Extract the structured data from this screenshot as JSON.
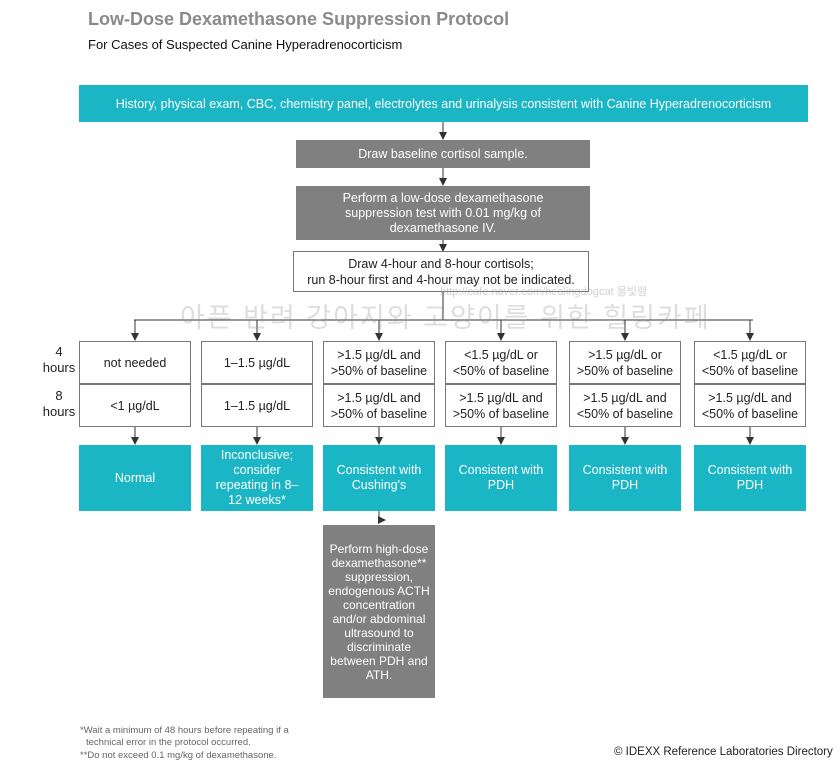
{
  "title": "Low-Dose Dexamethasone Suppression Protocol",
  "subtitle": "For Cases of Suspected Canine Hyperadrenocorticism",
  "steps": {
    "history": "History, physical exam, CBC, chemistry panel, electrolytes and urinalysis consistent with Canine Hyperadrenocorticism",
    "baseline": "Draw baseline cortisol sample.",
    "perform_test": "Perform a low-dose dexamethasone suppression test with 0.01 mg/kg of dexamethasone IV.",
    "draw_cortisols_1": "Draw 4-hour and 8-hour cortisols;",
    "draw_cortisols_2": "run 8-hour first and 4-hour may not be indicated."
  },
  "row_labels": {
    "h4_num": "4",
    "h4_unit": "hours",
    "h8_num": "8",
    "h8_unit": "hours"
  },
  "columns": [
    {
      "h4": [
        "not needed"
      ],
      "h8": [
        "<1 µg/dL"
      ],
      "result": "Normal"
    },
    {
      "h4": [
        "1–1.5 µg/dL"
      ],
      "h8": [
        "1–1.5 µg/dL"
      ],
      "result": "Inconclusive; consider repeating in 8–12 weeks*"
    },
    {
      "h4": [
        ">1.5 µg/dL and",
        ">50% of baseline"
      ],
      "h8": [
        ">1.5 µg/dL and",
        ">50% of baseline"
      ],
      "result": "Consistent with Cushing's"
    },
    {
      "h4": [
        "<1.5 µg/dL or",
        "<50% of baseline"
      ],
      "h8": [
        ">1.5 µg/dL and",
        ">50% of baseline"
      ],
      "result": "Consistent with PDH"
    },
    {
      "h4": [
        ">1.5 µg/dL or",
        ">50% of baseline"
      ],
      "h8": [
        ">1.5 µg/dL and",
        "<50% of baseline"
      ],
      "result": "Consistent with PDH"
    },
    {
      "h4": [
        "<1.5 µg/dL or",
        "<50% of baseline"
      ],
      "h8": [
        ">1.5 µg/dL and",
        "<50% of baseline"
      ],
      "result": "Consistent with PDH"
    }
  ],
  "high_dose": "Perform high-dose dexamethasone** suppression, endogenous ACTH concentration and/or abdominal ultrasound to discriminate between PDH and ATH.",
  "footnotes": {
    "f1a": "*Wait a minimum of 48 hours before repeating if a",
    "f1b": "technical error in the protocol occurred.",
    "f2": "**Do not exceed 0.1 mg/kg of dexamethasone."
  },
  "copyright": "© IDEXX Reference Laboratories Directory",
  "watermark": {
    "text": "아픈 반려 강아지와 고양이를 위한 힐링카페",
    "url": "http://cafe.naver.com/healingdogcat 몰빛령"
  },
  "colors": {
    "teal": "#1ab6c6",
    "gray": "#808080",
    "title_gray": "#8a8a8a"
  }
}
